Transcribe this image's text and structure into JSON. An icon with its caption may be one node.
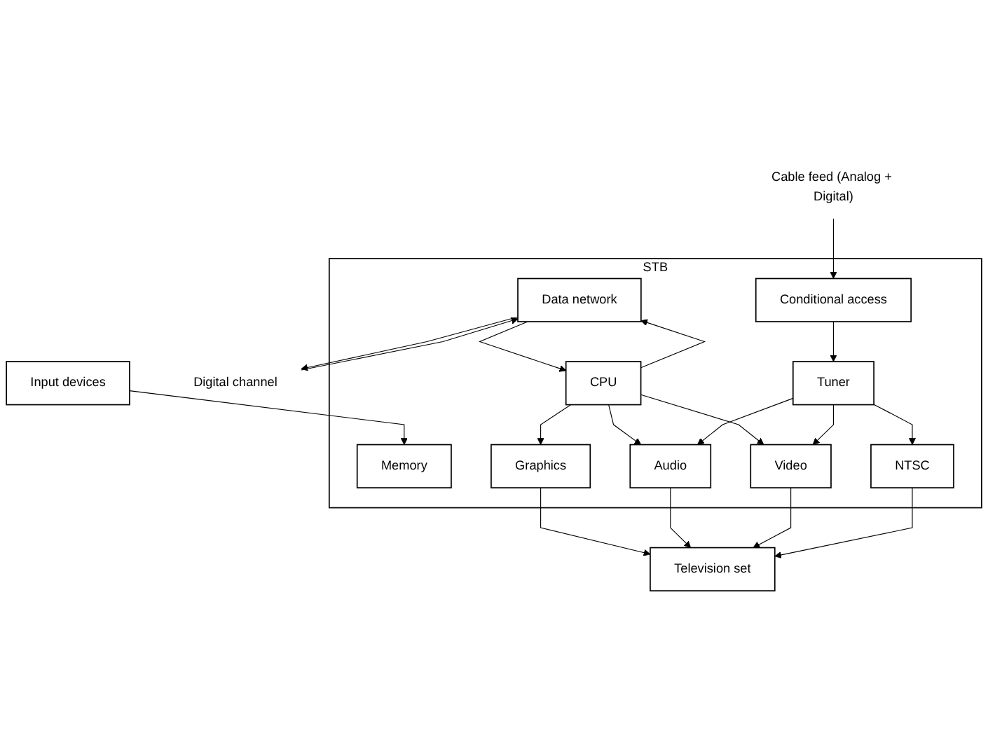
{
  "diagram": {
    "nodes": [
      {
        "text": [
          "STB"
        ]
      },
      {
        "text": [
          "Digital channel"
        ]
      },
      {
        "text": [
          "Cable feed (Analog + Digital)"
        ]
      },
      {
        "text": [
          "Data network"
        ],
        "in": 0
      },
      {
        "text": [
          "Conditional access"
        ],
        "in": 0
      },
      {
        "text": [
          "Tuner"
        ],
        "in": 0
      },
      {
        "text": [
          "CPU"
        ],
        "in": 0
      },
      {
        "text": [
          "Memory"
        ],
        "in": 0
      },
      {
        "text": [
          "Graphics"
        ],
        "in": 0
      },
      {
        "text": [
          "Audio"
        ],
        "in": 0
      },
      {
        "text": [
          "Video"
        ],
        "in": 0
      },
      {
        "text": [
          "NTSC"
        ],
        "in": 0
      },
      {
        "text": [
          "Input devices"
        ]
      },
      {
        "text": [
          "Television set"
        ]
      }
    ],
    "edges": [
      {
        "from": 1,
        "to": 3,
        "arrow": "to"
      },
      {
        "from": 3,
        "to": 1,
        "arrow": "to"
      },
      {
        "from": 2,
        "to": 4,
        "arrow": "to"
      },
      {
        "from": 4,
        "to": 5,
        "arrow": "to"
      },
      {
        "from": 3,
        "to": 6,
        "arrow": "to"
      },
      {
        "from": 6,
        "to": 3,
        "arrow": "to"
      },
      {
        "from": 6,
        "to": 8,
        "arrow": "to"
      },
      {
        "from": 6,
        "to": 9,
        "arrow": "to"
      },
      {
        "from": 6,
        "to": 10,
        "arrow": "to"
      },
      {
        "from": 5,
        "to": 9,
        "arrow": "to"
      },
      {
        "from": 5,
        "to": 10,
        "arrow": "to"
      },
      {
        "from": 5,
        "to": 11,
        "arrow": "to"
      },
      {
        "from": 12,
        "to": 7,
        "arrow": "to"
      },
      {
        "from": 8,
        "to": 13,
        "arrow": "to"
      },
      {
        "from": 9,
        "to": 13,
        "arrow": "to"
      },
      {
        "from": 10,
        "to": 13,
        "arrow": "to"
      },
      {
        "from": 11,
        "to": 13,
        "arrow": "to"
      }
    ]
  }
}
